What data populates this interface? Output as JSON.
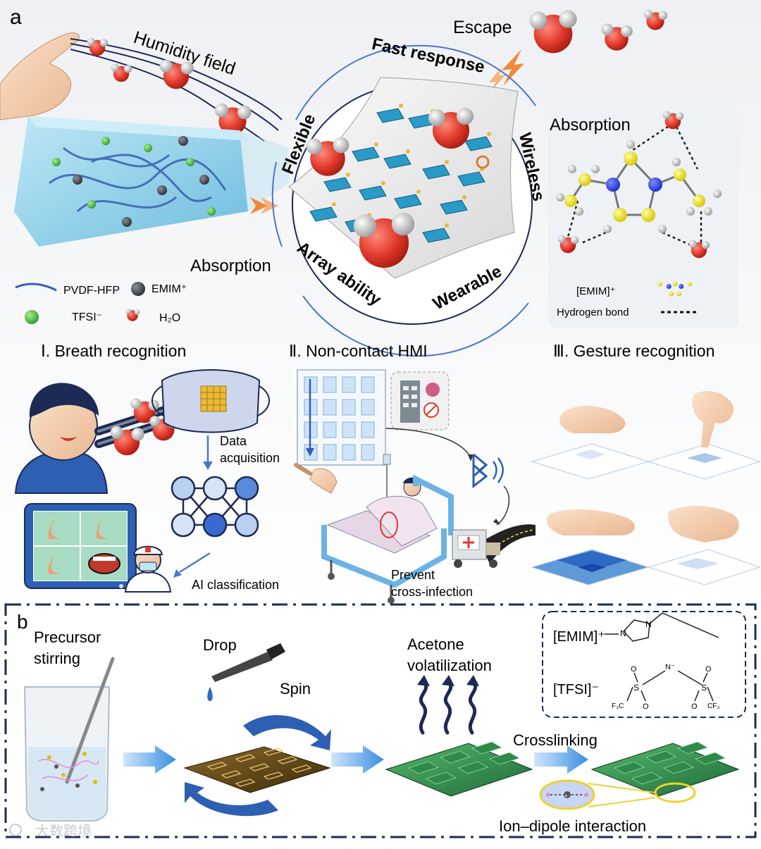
{
  "panel_a": {
    "label": "a",
    "humidity_field": "Humidity field",
    "escape": "Escape",
    "absorption_right": "Absorption",
    "absorption_left": "Absorption",
    "ring": {
      "fast_response": "Fast response",
      "flexible": "Flexible",
      "wireless": "Wireless",
      "array_ability": "Array ability",
      "wearable": "Wearable"
    },
    "legend": {
      "pvdf": "PVDF-HFP",
      "emim": "EMIM⁺",
      "tfsi": "TFSI⁻",
      "h2o": "H₂O"
    },
    "emim_label": "[EMIM]⁺",
    "hbond_label": "Hydrogen bond",
    "sections": {
      "breath": "Ⅰ. Breath recognition",
      "hmi": "Ⅱ. Non-contact HMI",
      "gesture": "Ⅲ. Gesture recognition"
    },
    "data_acquisition_1": "Data",
    "data_acquisition_2": "acquisition",
    "ai_classification": "AI classification",
    "prevent_1": "Prevent",
    "prevent_2": "cross-infection"
  },
  "panel_b": {
    "label": "b",
    "precursor_1": "Precursor",
    "precursor_2": "stirring",
    "drop": "Drop",
    "spin": "Spin",
    "acetone_1": "Acetone",
    "acetone_2": "volatilization",
    "crosslinking": "Crosslinking",
    "ion_dipole": "Ion–dipole interaction",
    "emim": "[EMIM]⁺",
    "tfsi": "[TFSI]⁻",
    "chem_n_plus": "N",
    "chem_n": "N",
    "chem_n_minus": "N⁻",
    "chem_s": "S",
    "chem_o": "O",
    "chem_cf3_left": "F₃C",
    "chem_cf3_right": "CF₃"
  },
  "watermark": "大数跨境",
  "colors": {
    "accent_blue": "#2f64b8",
    "dark_navy": "#1c2a55",
    "water_red": "#e0392b",
    "orange": "#f08a3a",
    "cyan": "#7fc7e6"
  }
}
